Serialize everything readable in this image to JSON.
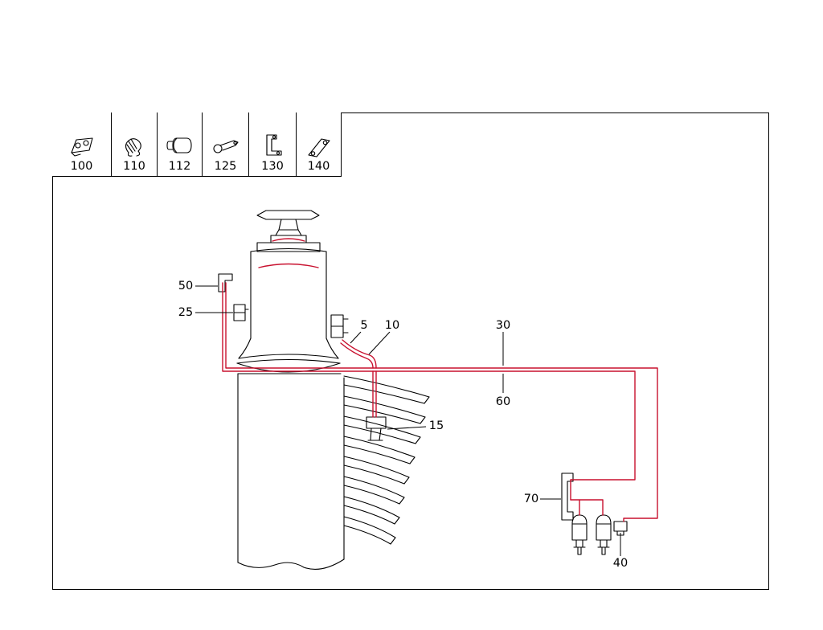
{
  "colors": {
    "outline": "#000000",
    "hose": "#c8102e"
  },
  "legend": {
    "items": [
      {
        "label": "100",
        "icon": "clamp-bracket-icon"
      },
      {
        "label": "110",
        "icon": "spring-clip-icon"
      },
      {
        "label": "112",
        "icon": "tube-clamp-icon"
      },
      {
        "label": "125",
        "icon": "cable-clip-icon"
      },
      {
        "label": "130",
        "icon": "angle-bracket-icon"
      },
      {
        "label": "140",
        "icon": "strap-bracket-icon"
      }
    ]
  },
  "callouts": {
    "c5": "5",
    "c10": "10",
    "c15": "15",
    "c25": "25",
    "c30": "30",
    "c40": "40",
    "c50": "50",
    "c60": "60",
    "c70": "70"
  }
}
